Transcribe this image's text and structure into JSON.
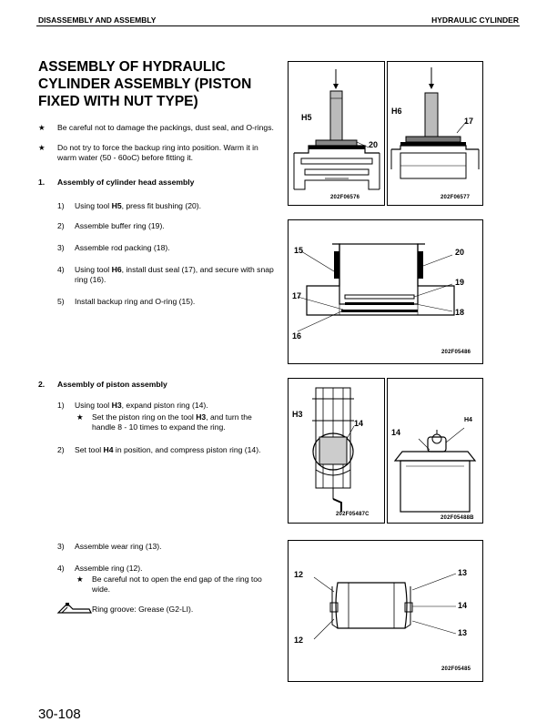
{
  "header": {
    "left": "DISASSEMBLY AND ASSEMBLY",
    "right": "HYDRAULIC CYLINDER"
  },
  "title": "ASSEMBLY OF HYDRAULIC CYLINDER ASSEMBLY (PISTON FIXED WITH NUT TYPE)",
  "notes": [
    "Be careful not to damage the packings, dust seal, and O-rings.",
    "Do not try to force the backup ring into position. Warm it in warm water (50 - 60oC) before fitting it."
  ],
  "note_marker": "★",
  "section1": {
    "number": "1.",
    "heading": "Assembly of cylinder head assembly",
    "steps": [
      {
        "n": "1)",
        "pre": "Using tool ",
        "tool": "H5",
        "post": ", press fit bushing (20)."
      },
      {
        "n": "2)",
        "text": "Assemble buffer ring (19)."
      },
      {
        "n": "3)",
        "text": "Assemble rod packing (18)."
      },
      {
        "n": "4)",
        "pre": "Using tool ",
        "tool": "H6",
        "post": ", install dust seal (17), and secure with snap ring (16)."
      },
      {
        "n": "5)",
        "text": "Install backup ring and O-ring (15)."
      }
    ]
  },
  "section2": {
    "number": "2.",
    "heading": "Assembly of piston assembly",
    "steps": [
      {
        "n": "1)",
        "pre": "Using tool ",
        "tool": "H3",
        "post": ", expand piston ring (14).",
        "sub": {
          "pre": "Set the piston ring on the tool ",
          "tool": "H3",
          "post": ", and turn the handle 8 - 10 times to expand the ring."
        }
      },
      {
        "n": "2)",
        "pre": "Set tool ",
        "tool": "H4",
        "post": " in position, and compress piston ring (14)."
      },
      {
        "n": "3)",
        "text": "Assemble wear ring (13)."
      },
      {
        "n": "4)",
        "text": "Assemble ring (12).",
        "sub_text": "Be careful not to open the end gap of the ring too wide."
      }
    ],
    "grease": "Ring groove: Grease (G2-LI)."
  },
  "figures": {
    "f1": {
      "caption": "202F06576",
      "tool": "H5",
      "part": "20"
    },
    "f2": {
      "caption": "202F06577",
      "tool": "H6",
      "part": "17"
    },
    "f3": {
      "caption": "202F05486",
      "labels": [
        "15",
        "17",
        "16",
        "20",
        "19",
        "18"
      ]
    },
    "f4": {
      "caption": "202F05487C",
      "tool": "H3",
      "part": "14"
    },
    "f5": {
      "caption": "202F05488B",
      "tool": "H4",
      "part": "14"
    },
    "f6": {
      "caption": "202F05485",
      "labels": [
        "12",
        "12",
        "13",
        "14",
        "13"
      ]
    }
  },
  "page_number": "30-108"
}
